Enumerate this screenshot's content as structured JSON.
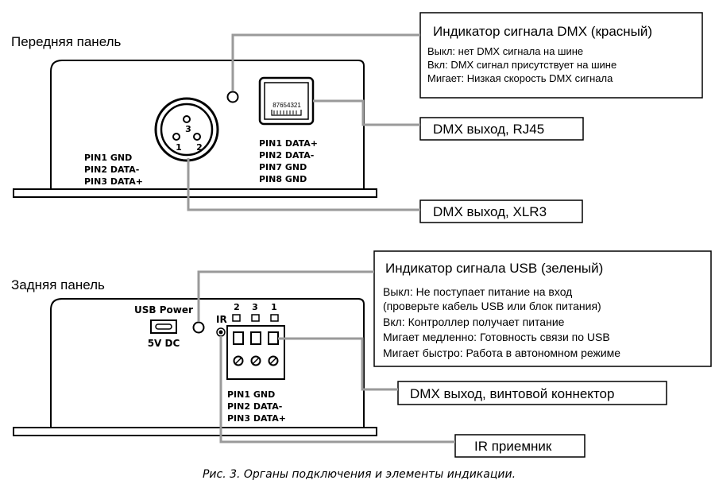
{
  "front": {
    "title": "Передняя панель",
    "xlr_pins": [
      "PIN1 GND",
      "PIN2 DATA-",
      "PIN3 DATA+"
    ],
    "xlr_numbers": [
      "3",
      "1",
      "2"
    ],
    "rj45_label": "87654321",
    "rj45_pins": [
      "PIN1 DATA+",
      "PIN2 DATA-",
      "PIN7 GND",
      "PIN8 GND"
    ]
  },
  "dmx_led_box": {
    "title": "Индикатор сигнала DMX (красный)",
    "lines": [
      "Выкл: нет DMX сигнала на шине",
      "Вкл: DMX сигнал присутствует на шине",
      "Мигает: Низкая скорость DMX сигнала"
    ]
  },
  "rj45_callout": "DMX выход, RJ45",
  "xlr_callout": "DMX выход, XLR3",
  "rear": {
    "title": "Задняя панель",
    "usb_power_label": "USB Power",
    "dc_label": "5V DC",
    "ir_label": "IR",
    "terminal_numbers": [
      "2",
      "3",
      "1"
    ],
    "terminal_pins": [
      "PIN1 GND",
      "PIN2 DATA-",
      "PIN3 DATA+"
    ]
  },
  "usb_led_box": {
    "title": "Индикатор сигнала USB (зеленый)",
    "lines": [
      "Выкл: Не поступает питание на вход",
      "(проверьте кабель USB или блок питания)",
      "Вкл: Контроллер получает питание",
      "Мигает медленно: Готовность связи по USB",
      "Мигает быстро: Работа в автономном режиме"
    ]
  },
  "screw_callout": "DMX выход, винтовой коннектор",
  "ir_callout": "IR приемник",
  "caption": "Рис. 3. Органы подключения и элементы индикации."
}
